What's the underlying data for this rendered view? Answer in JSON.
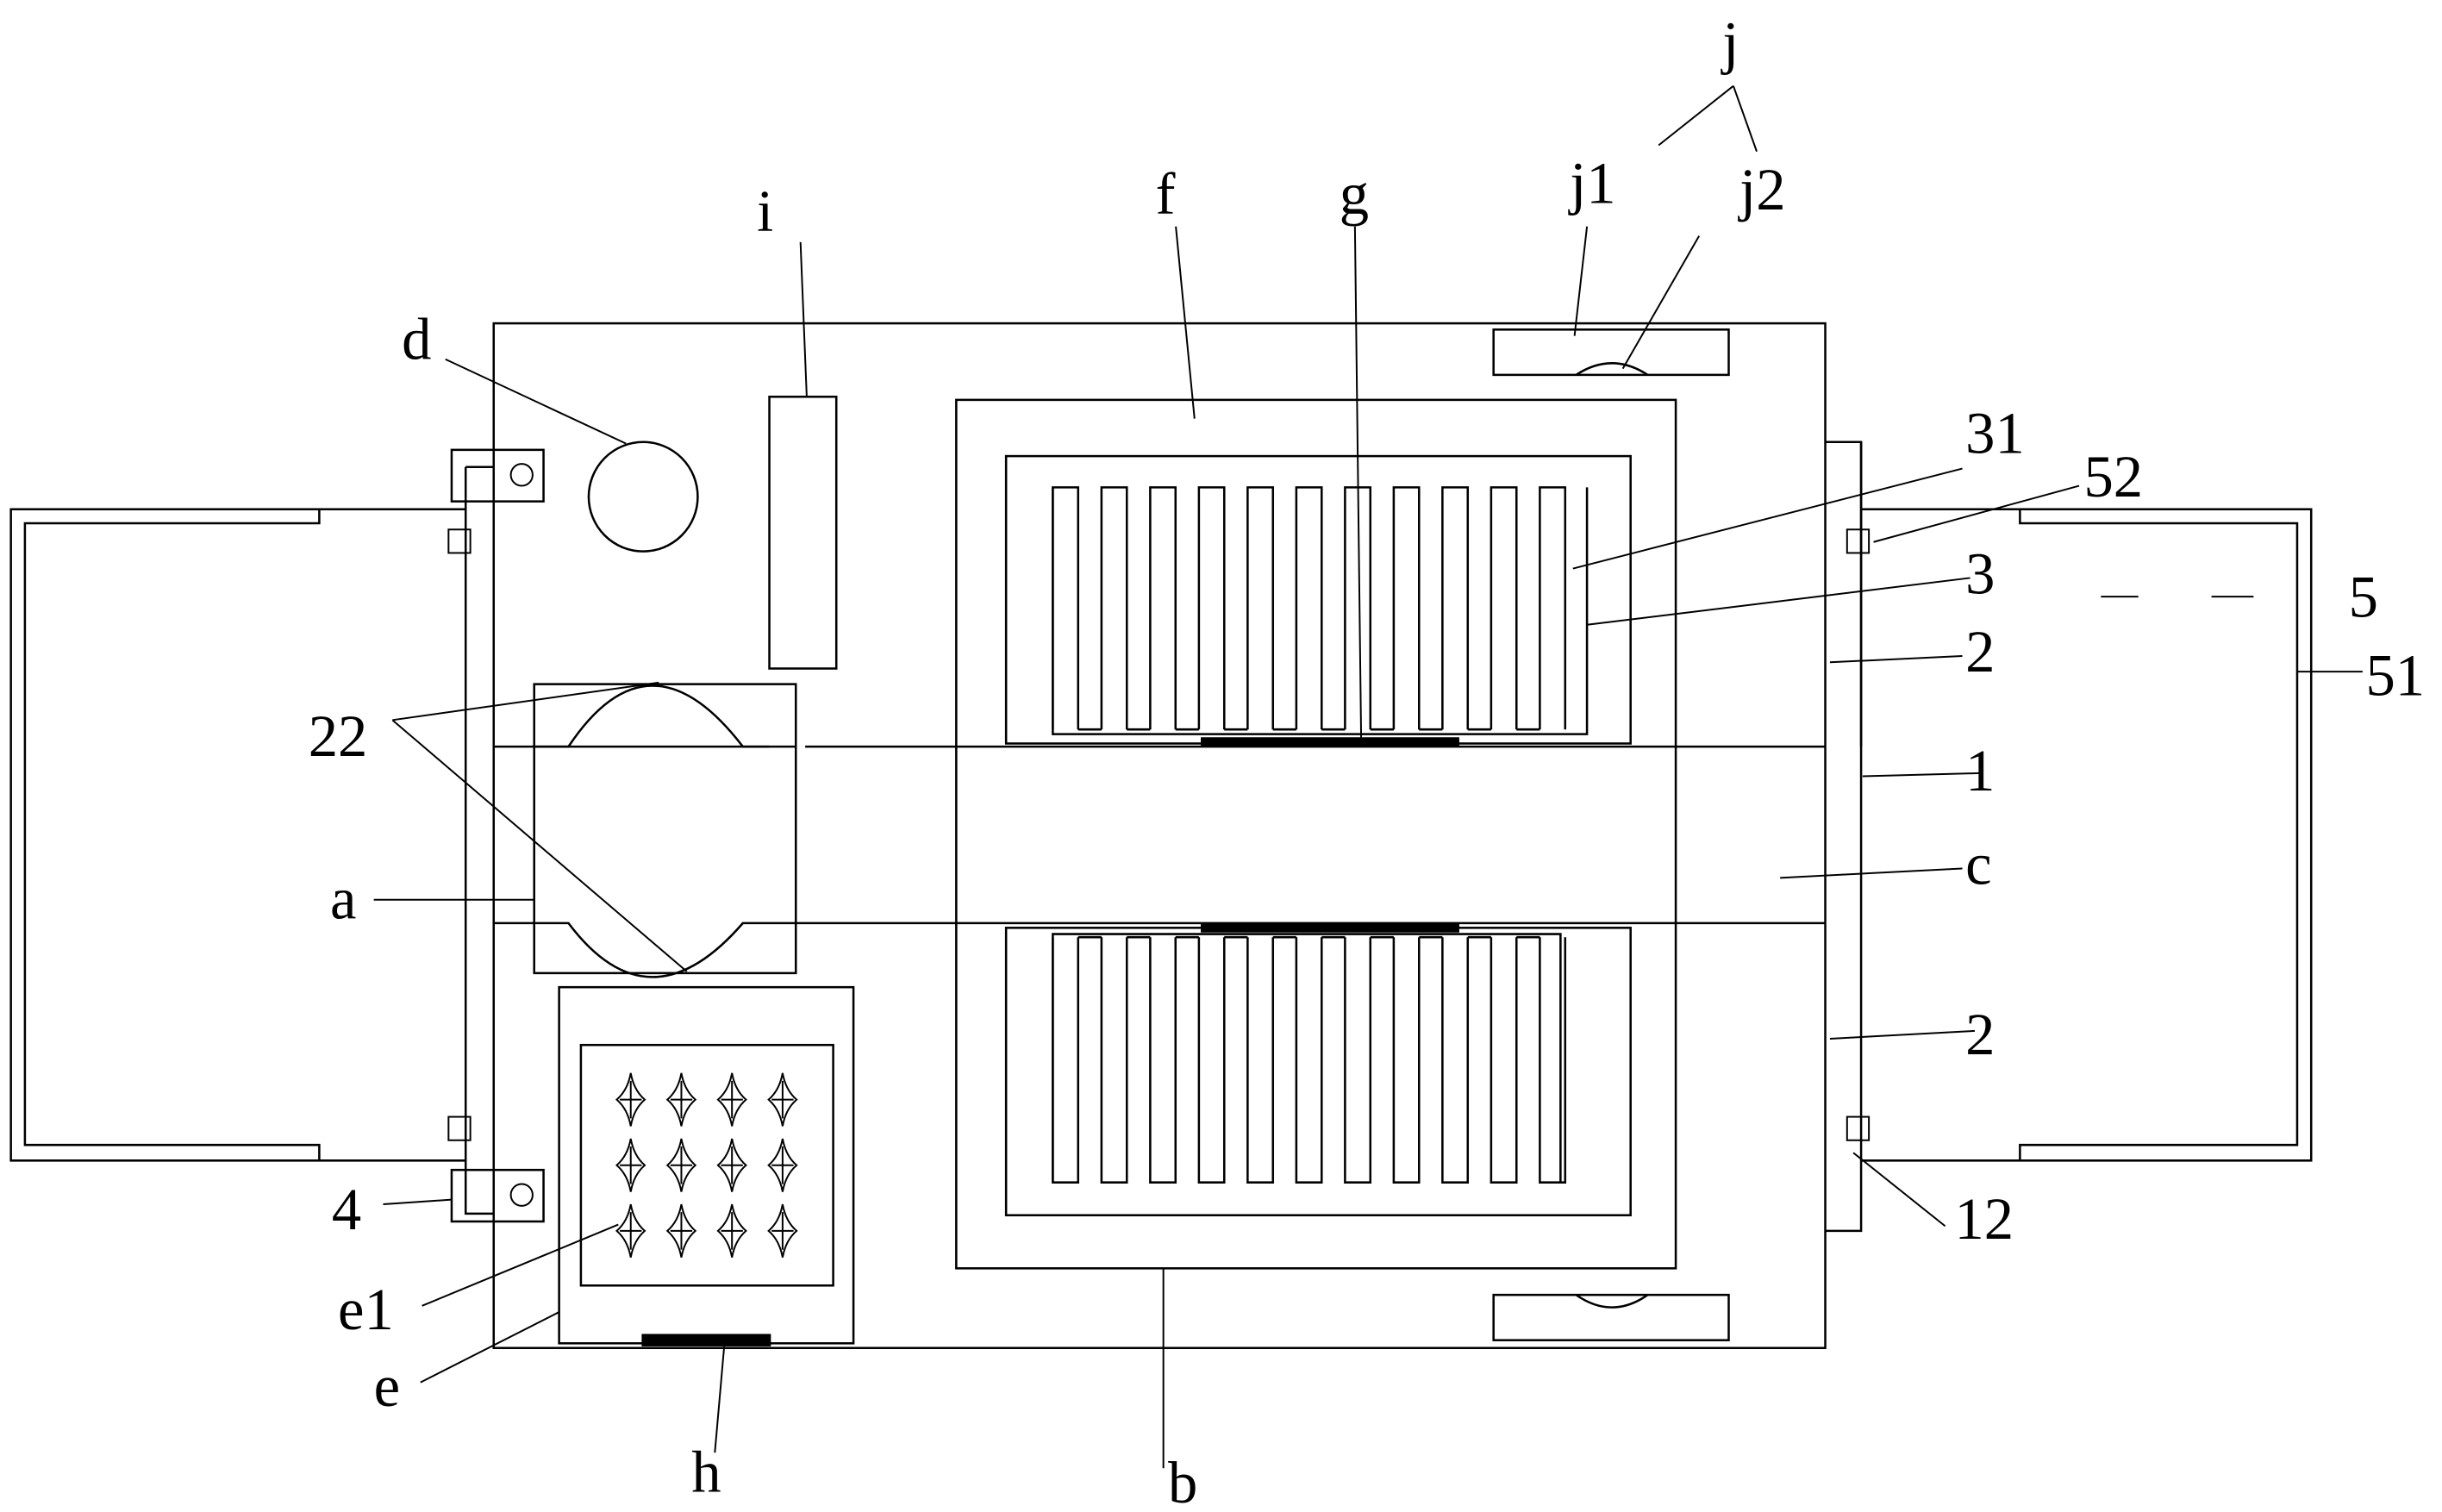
{
  "figure": {
    "type": "patent line drawing",
    "description": "Top view of a device housing with heat-sink fin modules, fan, battery, hinged side panels"
  },
  "labels": {
    "j": "j",
    "j1": "j1",
    "j2": "j2",
    "f": "f",
    "g": "g",
    "i": "i",
    "d": "d",
    "l31": "31",
    "l52": "52",
    "l3": "3",
    "l5": "5",
    "l2_upper": "2",
    "l51": "51",
    "l22": "22",
    "l1": "1",
    "a": "a",
    "c": "c",
    "l2_lower": "2",
    "l4": "4",
    "l12": "12",
    "e1": "e1",
    "e": "e",
    "h": "h",
    "b": "b"
  },
  "components": {
    "upper_fin_count": 11,
    "lower_fin_count": 11,
    "e1_grid_rows": 3,
    "e1_grid_cols": 4
  }
}
